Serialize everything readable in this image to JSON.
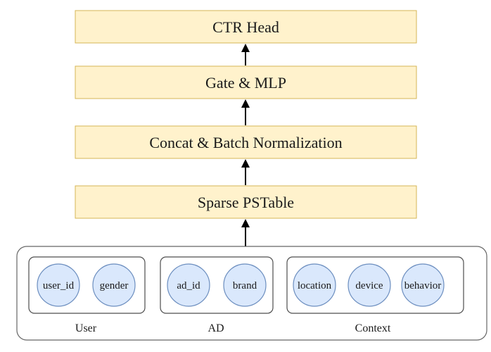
{
  "layers": [
    {
      "label": "CTR Head"
    },
    {
      "label": "Gate & MLP"
    },
    {
      "label": "Concat & Batch Normalization"
    },
    {
      "label": "Sparse PSTable"
    }
  ],
  "groups": [
    {
      "label": "User",
      "features": [
        "user_id",
        "gender"
      ]
    },
    {
      "label": "AD",
      "features": [
        "ad_id",
        "brand"
      ]
    },
    {
      "label": "Context",
      "features": [
        "location",
        "device",
        "behavior"
      ]
    }
  ],
  "colors": {
    "layer_fill": "#fff2cc",
    "layer_stroke": "#d6b656",
    "circle_fill": "#dae8fc",
    "circle_stroke": "#6c8ebf"
  }
}
